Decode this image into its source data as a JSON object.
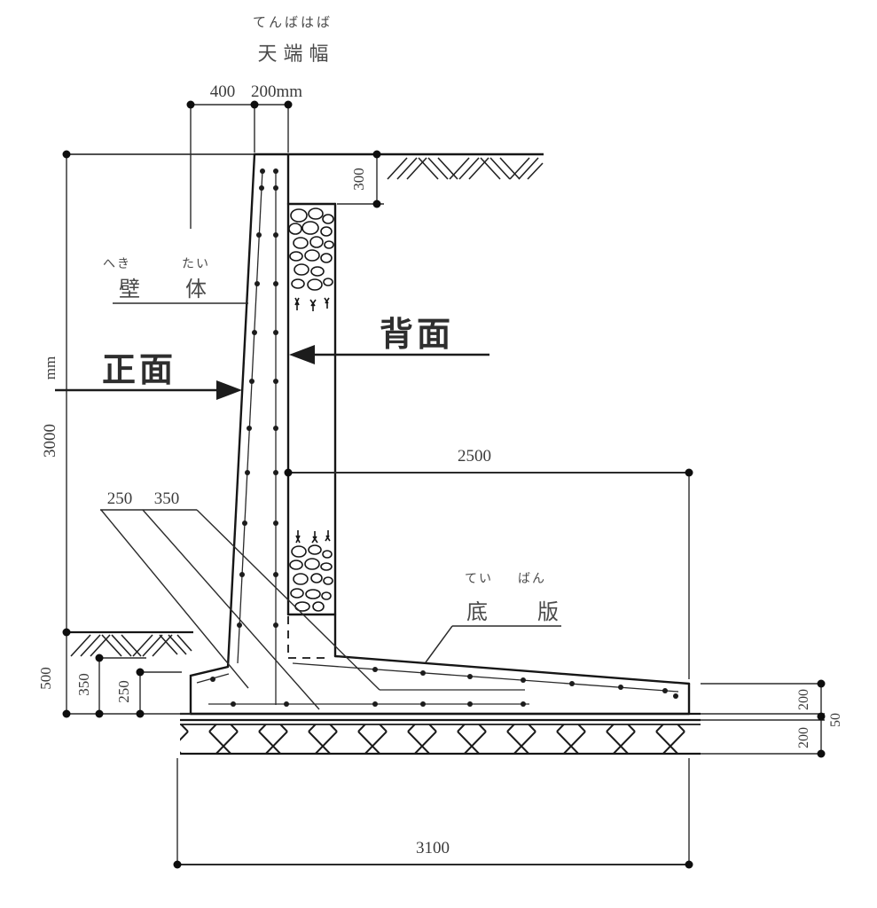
{
  "drawing": {
    "top_width_label_furigana": "てんばはば",
    "top_width_label": "天端幅",
    "wall_label_furigana_1": "へき",
    "wall_label_furigana_2": "たい",
    "wall_label_1": "壁",
    "wall_label_2": "体",
    "front_face_label": "正面",
    "back_face_label": "背面",
    "base_slab_furigana_1": "てい",
    "base_slab_furigana_2": "ばん",
    "base_slab_label_1": "底",
    "base_slab_label_2": "版",
    "dim_top_offset": "400",
    "dim_top_width": "200mm",
    "dim_wall_height": "3000",
    "dim_wall_height_unit": "mm",
    "dim_gravel_top_depth": "300",
    "dim_heel_length": "2500",
    "dim_leader_250": "250",
    "dim_leader_350": "350",
    "dim_front_embed": "500",
    "dim_front_350": "350",
    "dim_front_250": "250",
    "dim_slab_edge_thickness": "200",
    "dim_leveling_thickness": "50",
    "dim_stone_thickness": "200",
    "dim_base_width": "3100"
  }
}
